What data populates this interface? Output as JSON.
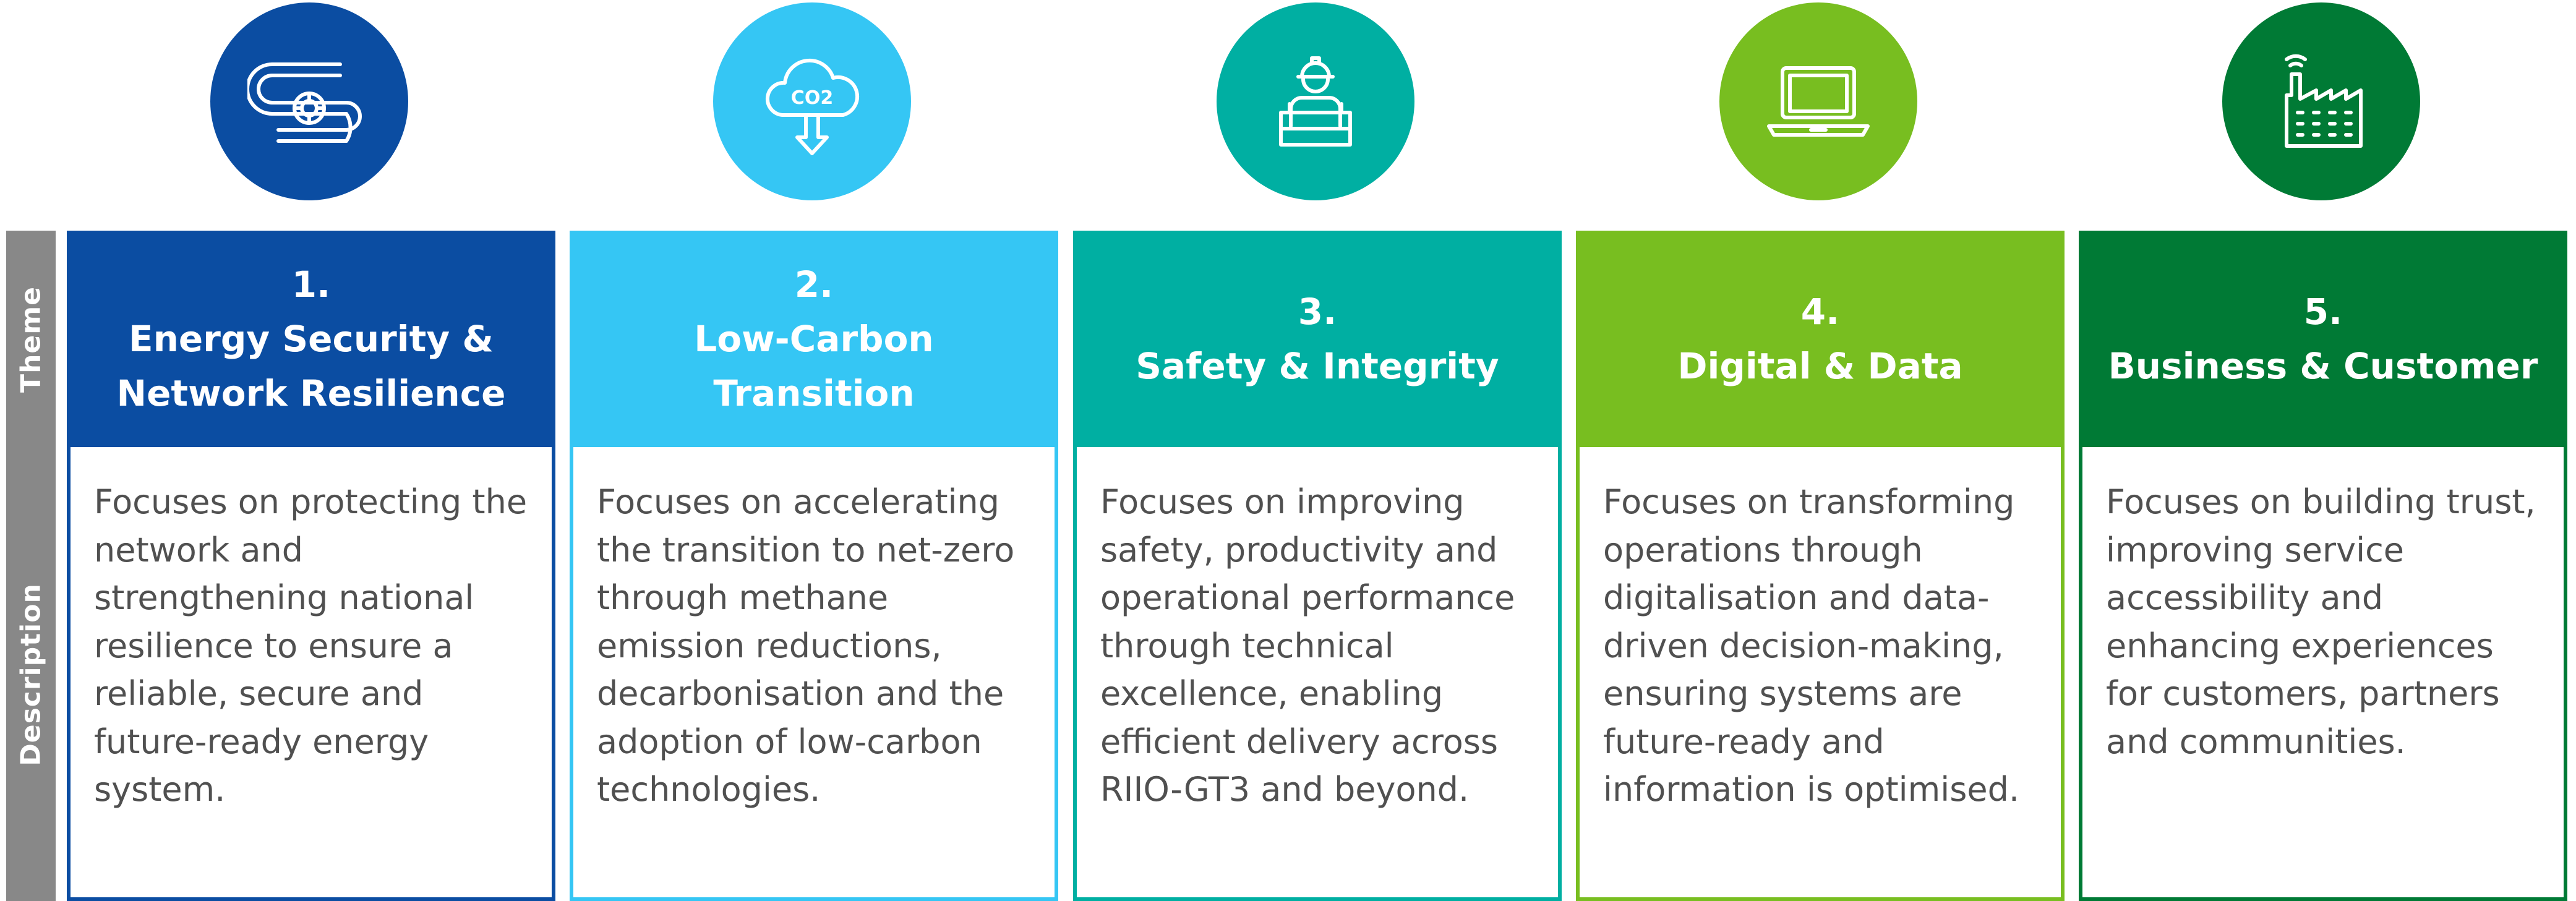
{
  "side": {
    "theme_label": "Theme",
    "description_label": "Description"
  },
  "columns": [
    {
      "number": "1.",
      "title_lines": [
        "Energy Security &",
        "Network Resilience"
      ],
      "description": "Focuses on protecting the network and strengthening national resilience to ensure a reliable, secure and future-ready energy system.",
      "icon": "pipeline-icon",
      "color": "#0B4DA2"
    },
    {
      "number": "2.",
      "title_lines": [
        "Low-Carbon",
        "Transition"
      ],
      "description": "Focuses on accelerating the transition to net-zero through methane emission reductions, decarbonisation and the adoption of low-carbon technologies.",
      "icon": "co2-cloud-down-icon",
      "icon_text": "CO2",
      "color": "#35C6F4"
    },
    {
      "number": "3.",
      "title_lines": [
        "Safety & Integrity"
      ],
      "description": "Focuses on improving safety, productivity and operational performance through technical excellence, enabling efficient delivery across RIIO-GT3 and beyond.",
      "icon": "engineer-hard-hat-icon",
      "color": "#00AFA2"
    },
    {
      "number": "4.",
      "title_lines": [
        "Digital & Data"
      ],
      "description": "Focuses on transforming operations through digitalisation and data-driven decision-making, ensuring systems are future-ready and information is optimised.",
      "icon": "laptop-icon",
      "color": "#78BE20"
    },
    {
      "number": "5.",
      "title_lines": [
        "Business & Customer"
      ],
      "description": "Focuses on building trust, improving service accessibility and enhancing experiences for customers, partners and communities.",
      "icon": "smart-factory-icon",
      "color": "#007A35"
    }
  ]
}
